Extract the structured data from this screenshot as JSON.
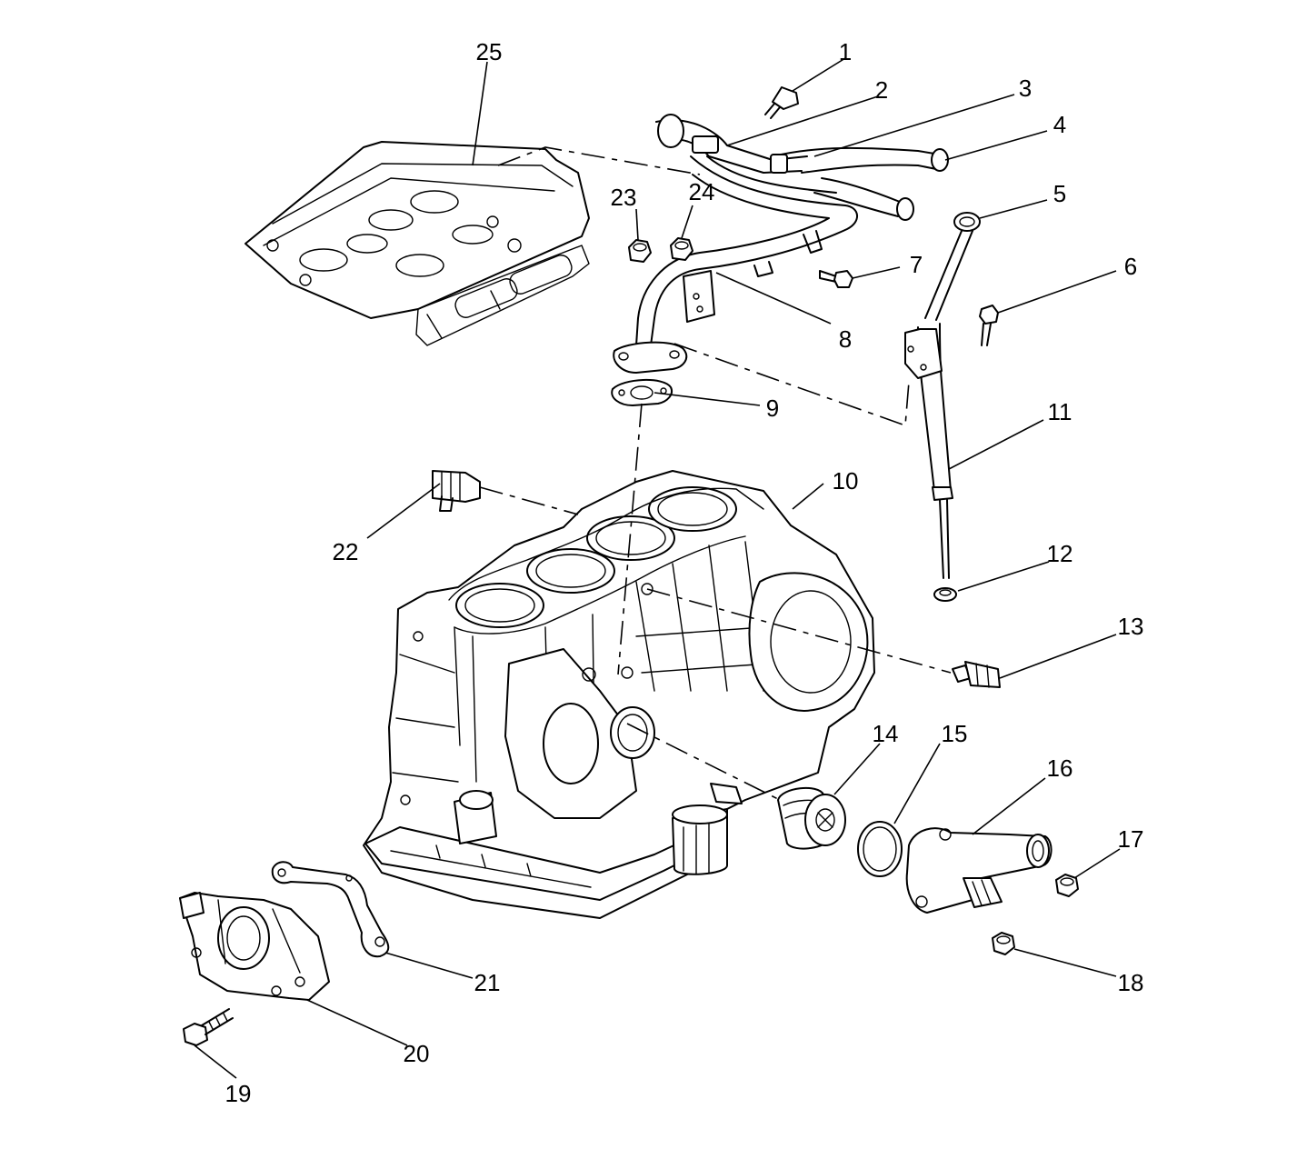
{
  "colors": {
    "line": "#000000",
    "background": "#ffffff"
  },
  "callouts": {
    "c1": "1",
    "c2": "2",
    "c3": "3",
    "c4": "4",
    "c5": "5",
    "c6": "6",
    "c7": "7",
    "c8": "8",
    "c9": "9",
    "c10": "10",
    "c11": "11",
    "c12": "12",
    "c13": "13",
    "c14": "14",
    "c15": "15",
    "c16": "16",
    "c17": "17",
    "c18": "18",
    "c19": "19",
    "c20": "20",
    "c21": "21",
    "c22": "22",
    "c23": "23",
    "c24": "24",
    "c25": "25"
  }
}
